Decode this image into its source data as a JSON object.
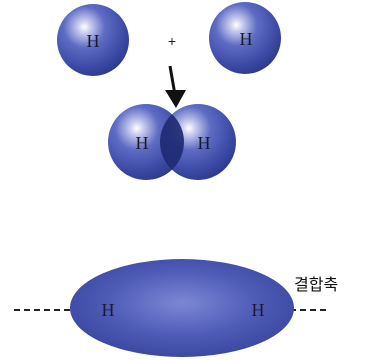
{
  "atoms": {
    "left_label": "H",
    "right_label": "H"
  },
  "plus_sign": "+",
  "molecule": {
    "left_label": "H",
    "right_label": "H"
  },
  "orbital": {
    "left_label": "H",
    "right_label": "H",
    "axis_label": "결합축"
  },
  "colors": {
    "atom_fill": "#3f4fa8",
    "atom_dark": "#1f2a6e",
    "overlap_fill": "#1e2a72",
    "arrow": "#111111",
    "dash_line": "#222222"
  }
}
